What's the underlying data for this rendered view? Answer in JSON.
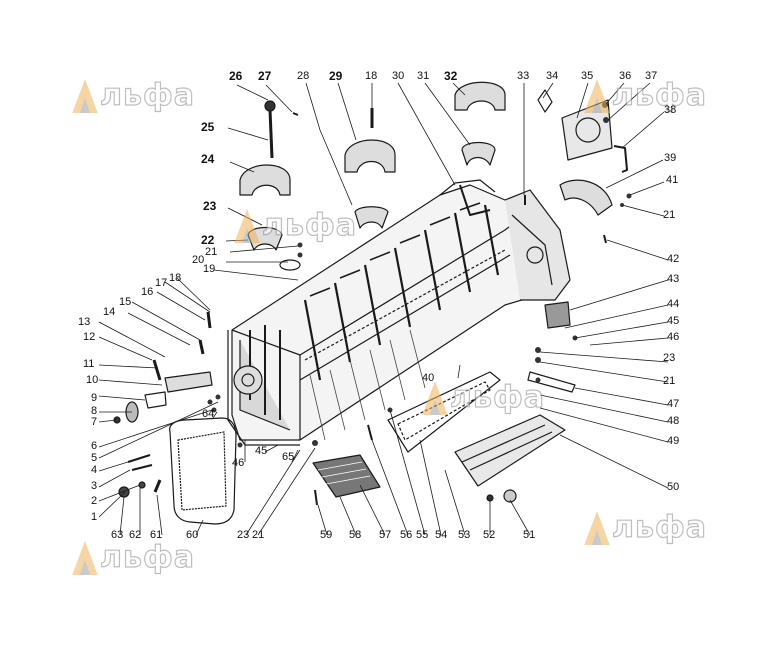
{
  "diagram": {
    "labels": [
      "1",
      "2",
      "3",
      "4",
      "5",
      "6",
      "7",
      "8",
      "9",
      "10",
      "11",
      "12",
      "13",
      "14",
      "15",
      "16",
      "17",
      "18",
      "19",
      "20",
      "21",
      "22",
      "23",
      "24",
      "25",
      "26",
      "27",
      "28",
      "29",
      "30",
      "31",
      "32",
      "33",
      "34",
      "35",
      "36",
      "37",
      "38",
      "39",
      "40",
      "41",
      "42",
      "43",
      "44",
      "45",
      "46",
      "47",
      "48",
      "49",
      "50",
      "51",
      "52",
      "53",
      "54",
      "55",
      "56",
      "57",
      "58",
      "59",
      "60",
      "61",
      "62",
      "63",
      "64",
      "65"
    ],
    "watermark": "льфа",
    "colors": {
      "ink": "#1a1a1a",
      "watermark_orange": "#f2b15a",
      "watermark_grey": "#9a9a9a"
    }
  }
}
